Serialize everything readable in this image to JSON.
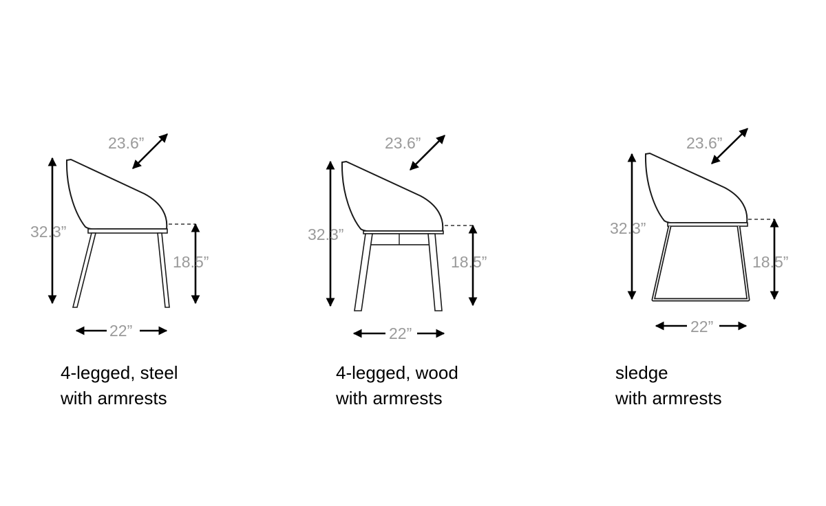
{
  "colors": {
    "outline": "#1a1a1a",
    "dimension_text": "#9a9a9a",
    "arrow": "#000000",
    "caption_text": "#000000",
    "background": "#ffffff"
  },
  "chairs": [
    {
      "type": "4-legged-steel",
      "dims": {
        "depth": "23.6”",
        "height": "32.3”",
        "seat_height": "18.5”",
        "width": "22”"
      },
      "caption": [
        "4-legged, steel",
        "with armrests"
      ]
    },
    {
      "type": "4-legged-wood",
      "dims": {
        "depth": "23.6”",
        "height": "32.3”",
        "seat_height": "18.5”",
        "width": "22”"
      },
      "caption": [
        "4-legged, wood",
        "with armrests"
      ]
    },
    {
      "type": "sledge",
      "dims": {
        "depth": "23.6”",
        "height": "32.3”",
        "seat_height": "18.5”",
        "width": "22”"
      },
      "caption": [
        "sledge",
        "with armrests"
      ]
    }
  ]
}
